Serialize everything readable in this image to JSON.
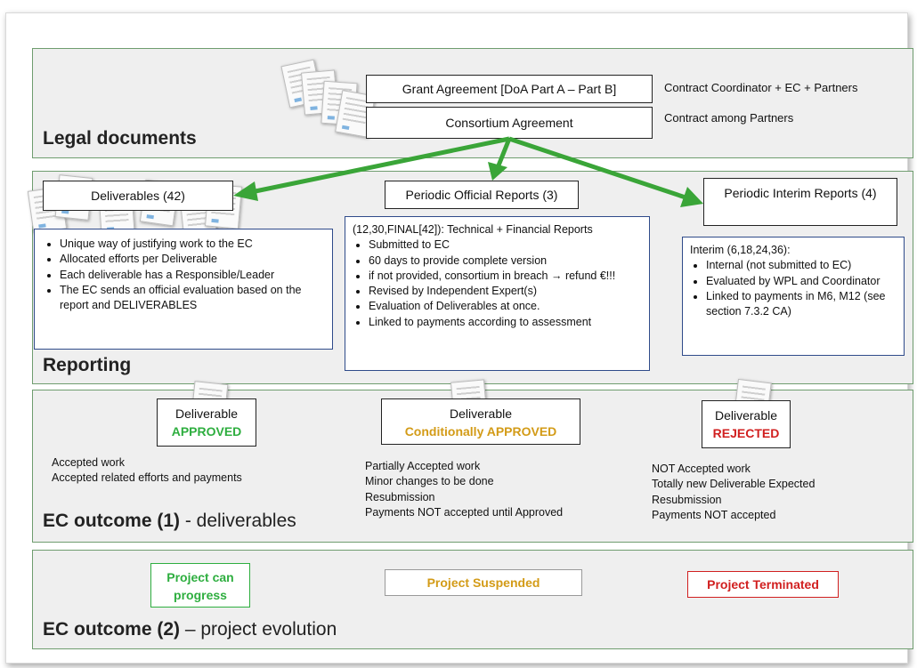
{
  "legal": {
    "title": "Legal documents",
    "grant_agreement": "Grant Agreement [DoA Part A – Part B]",
    "grant_note": "Contract Coordinator + EC + Partners",
    "consortium_agreement": "Consortium Agreement",
    "consortium_note": "Contract among Partners"
  },
  "reporting": {
    "title": "Reporting",
    "deliverables": {
      "title": "Deliverables (42)",
      "bullets": [
        "Unique way of justifying work to the EC",
        "Allocated efforts per Deliverable",
        "Each deliverable has a Responsible/Leader",
        "The EC sends an official evaluation based on the report and DELIVERABLES"
      ]
    },
    "periodic_official": {
      "title": "Periodic Official Reports (3)",
      "intro": "(12,30,FINAL[42]): Technical + Financial Reports",
      "bullets": [
        "Submitted to EC",
        "60 days to provide complete version",
        "if not provided, consortium in breach → refund €!!!",
        "Revised by Independent Expert(s)",
        "Evaluation of Deliverables at once.",
        "Linked to payments according to assessment"
      ]
    },
    "periodic_interim": {
      "title": "Periodic Interim Reports (4)",
      "intro": "Interim (6,18,24,36):",
      "bullets": [
        "Internal (not submitted to EC)",
        "Evaluated by WPL and Coordinator",
        "Linked to payments in M6, M12 (see section 7.3.2 CA)"
      ]
    }
  },
  "outcome1": {
    "title_bold": "EC outcome (1)",
    "title_rest": " - deliverables",
    "approved": {
      "label": "Deliverable",
      "status": "APPROVED",
      "notes": [
        "Accepted work",
        "Accepted related efforts and payments"
      ]
    },
    "conditional": {
      "label": "Deliverable",
      "status": "Conditionally APPROVED",
      "notes": [
        "Partially Accepted work",
        "Minor changes to be done",
        "Resubmission",
        "Payments NOT accepted until Approved"
      ]
    },
    "rejected": {
      "label": "Deliverable",
      "status": "REJECTED",
      "notes": [
        "NOT Accepted work",
        "Totally new Deliverable Expected",
        "Resubmission",
        "Payments NOT accepted"
      ]
    }
  },
  "outcome2": {
    "title_bold": "EC outcome (2)",
    "title_rest": " – project evolution",
    "progress": "Project can progress",
    "suspended": "Project Suspended",
    "terminated": "Project Terminated"
  },
  "colors": {
    "section_border": "#6f9d6f",
    "arrow": "#3aa538",
    "approved": "#2eae3f",
    "conditional": "#d39b17",
    "rejected": "#d11f1f",
    "blue_border": "#2f4b8a"
  }
}
